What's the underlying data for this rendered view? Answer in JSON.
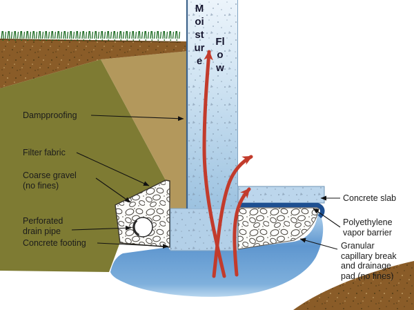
{
  "diagram": {
    "vertical_title": {
      "word1": "Moisture",
      "word2": "Flow"
    },
    "labels": {
      "dampproofing": "Dampproofing",
      "filter_fabric": "Filter fabric",
      "coarse_gravel": "Coarse gravel (no fines)",
      "drain_pipe": "Perforated drain pipe",
      "concrete_footing": "Concrete footing",
      "concrete_slab": "Concrete slab",
      "vapor_barrier": "Polyethylene vapor barrier",
      "granular_pad": "Granular capillary break and drainage pad (no fines)"
    },
    "colors": {
      "arrow_red": "#c23b2c",
      "vapor_barrier_blue": "#1d4f91",
      "water_blue": "#5e96cf",
      "concrete_blue": "#bcd6ec",
      "topsoil_brown": "#8a5c28",
      "subsoil_olive": "#7e7b33",
      "backfill_tan": "#b3985c",
      "grass_green": "#1c6a22"
    }
  }
}
